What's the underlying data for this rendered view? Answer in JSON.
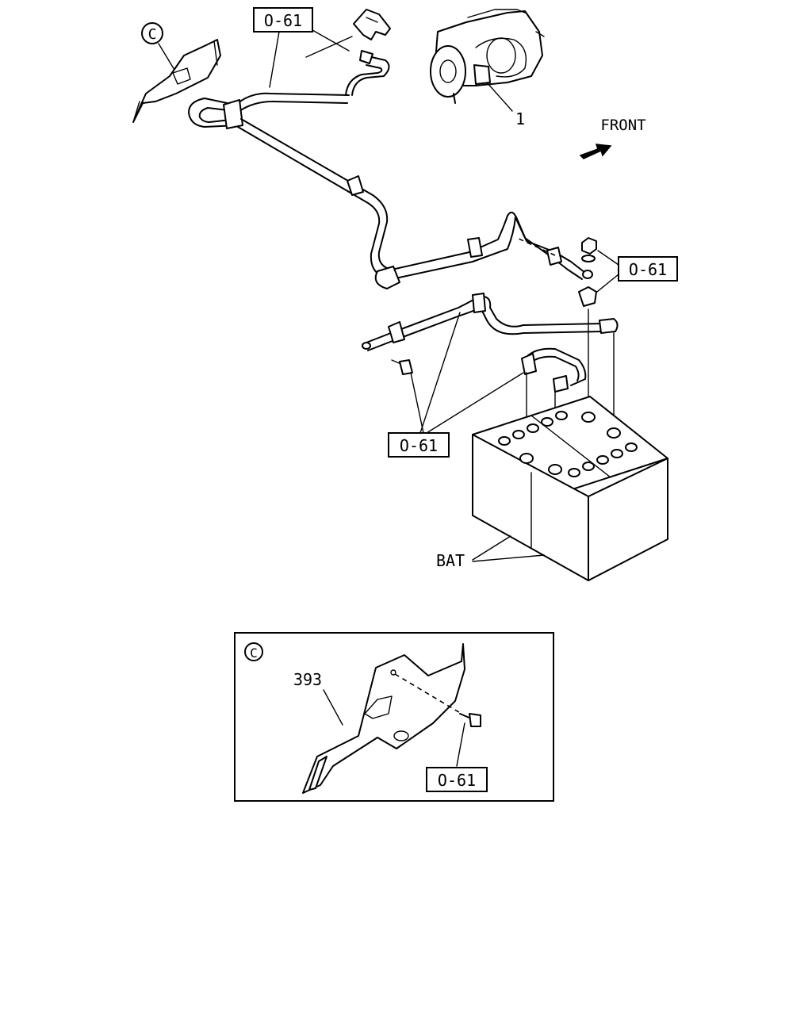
{
  "labels": {
    "ref_top": "O-61",
    "ref_right": "O-61",
    "ref_mid": "O-61",
    "ref_detail": "O-61",
    "part_starter": "1",
    "part_bracket": "393",
    "battery": "BAT",
    "front": "FRONT",
    "callout_main": "C",
    "callout_detail": "C"
  },
  "icons": {
    "front_arrow": "front-arrow-icon",
    "callout_marker": "circled-letter-icon"
  },
  "colors": {
    "ink": "#000000",
    "paper": "#ffffff"
  }
}
